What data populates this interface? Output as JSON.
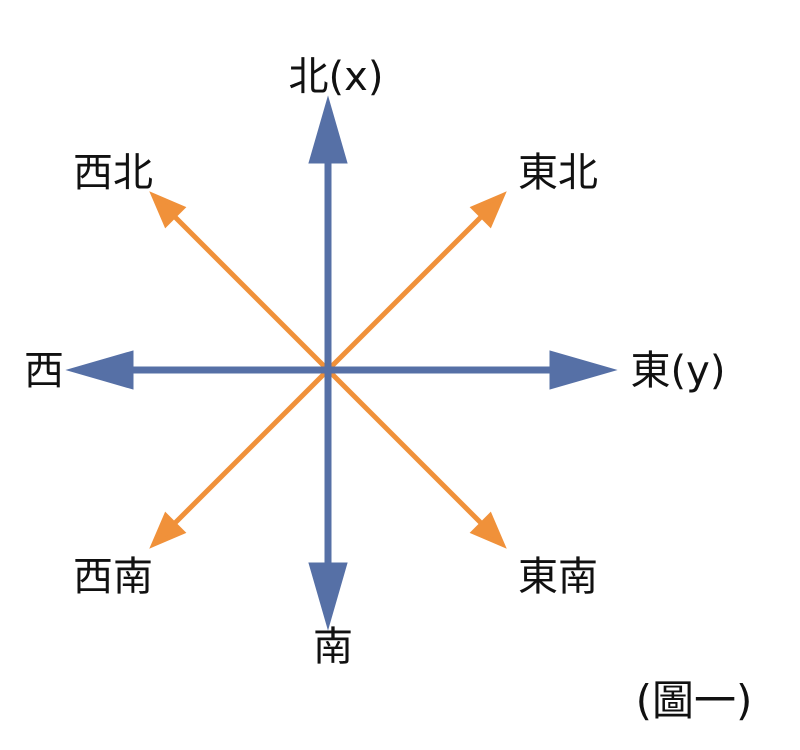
{
  "labels": {
    "north": "北(x)",
    "south": "南",
    "east": "東(y)",
    "west": "西",
    "northeast": "東北",
    "northwest": "西北",
    "southeast": "東南",
    "southwest": "西南"
  },
  "caption": "(圖一)",
  "colors": {
    "cardinal": "#5670A6",
    "diagonal": "#F0913A",
    "text": "#111111"
  }
}
